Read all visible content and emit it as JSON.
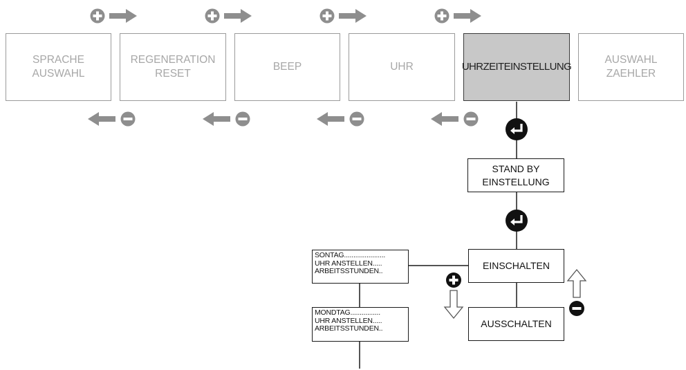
{
  "menu": {
    "items": [
      {
        "label": "SPRACHE\nAUSWAHL"
      },
      {
        "label": "REGENERATION\nRESET"
      },
      {
        "label": "BEEP"
      },
      {
        "label": "UHR"
      },
      {
        "label": "UHRZEITEINSTELLUNG",
        "active": true
      },
      {
        "label": "AUSWAHL\nZAEHLER"
      }
    ]
  },
  "flow": {
    "standby": "STAND BY\nEINSTELLUNG",
    "on": "EINSCHALTEN",
    "off": "AUSSCHALTEN"
  },
  "days": [
    {
      "lines": [
        "SONTAG......................",
        "UHR ANSTELLEN.....",
        "ARBEITSSTUNDEN.."
      ]
    },
    {
      "lines": [
        "MONDTAG................",
        "UHR ANSTELLEN.....",
        "ARBEITSSTUNDEN.."
      ]
    }
  ],
  "icons": {
    "plus": "plus-circle-icon",
    "minus": "minus-circle-icon",
    "enter": "enter-key-icon",
    "arrow_right": "arrow-right-icon",
    "arrow_left": "arrow-left-icon",
    "arrow_up": "arrow-up-outline-icon",
    "arrow_down": "arrow-down-outline-icon"
  },
  "colors": {
    "inactive_text": "#a7a7a7",
    "active_fill": "#c8c8c8",
    "nav_icon": "#8e8e8e",
    "line": "#1a1a1a"
  }
}
